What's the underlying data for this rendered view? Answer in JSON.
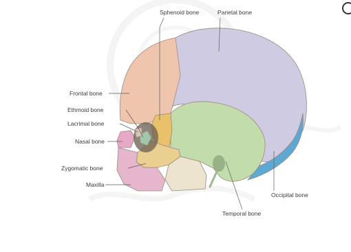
{
  "colors": {
    "frontal": "#efc5ad",
    "parietal": "#cfcbe3",
    "sphenoid": "#e8c16a",
    "temporal": "#c3dcac",
    "occipital": "#5ea9d4",
    "zygomatic": "#ebcf90",
    "maxilla": "#e6b6cc",
    "nasal": "#e7a8c8",
    "ethmoid": "#9fc7a8",
    "lacrimal": "#d9c5b4",
    "mandible": "#ece4cf",
    "watermark": "#ececec"
  },
  "labels": {
    "sphenoid": "Sphenoid bone",
    "parietal": "Parietal bone",
    "frontal": "Frontal bone",
    "ethmoid": "Ethmoid bone",
    "lacrimal": "Lacrimal bone",
    "nasal": "Nasal bone",
    "zygomatic": "Zygomatic bone",
    "maxilla": "Maxilla",
    "occipital": "Occipital bone",
    "temporal": "Temporal bone"
  }
}
